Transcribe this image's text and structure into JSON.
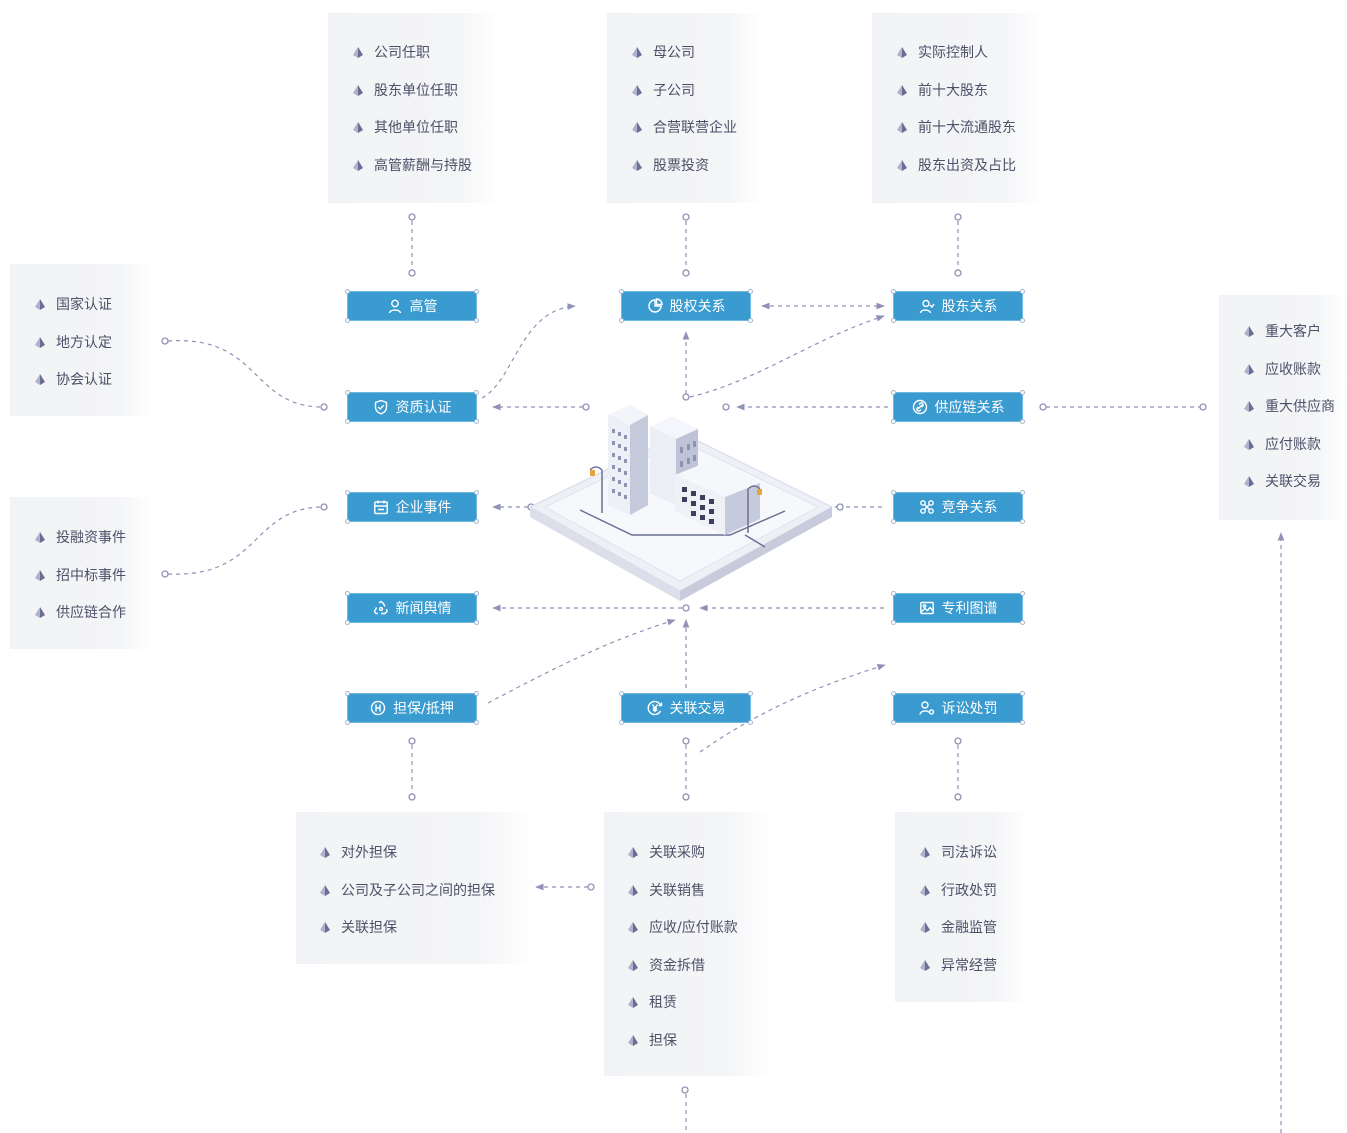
{
  "center": {
    "nodes": {
      "executives": "高管",
      "equity": "股权关系",
      "shareholders": "股东关系",
      "qualification": "资质认证",
      "supply_chain": "供应链关系",
      "events": "企业事件",
      "competition": "竞争关系",
      "news": "新闻舆情",
      "patents": "专利图谱",
      "guarantee": "担保/抵押",
      "related_trade": "关联交易",
      "litigation": "诉讼处罚"
    },
    "icons": {
      "executives": "person-icon",
      "equity": "pie-chart-icon",
      "shareholders": "shareholder-icon",
      "qualification": "shield-check-icon",
      "supply_chain": "link-icon",
      "events": "calendar-icon",
      "competition": "network-icon",
      "news": "recycle-icon",
      "patents": "image-icon",
      "guarantee": "stamp-icon",
      "related_trade": "yuan-icon",
      "litigation": "users-gear-icon"
    }
  },
  "panels": {
    "executives": [
      "公司任职",
      "股东单位任职",
      "其他单位任职",
      "高管薪酬与持股"
    ],
    "equity": [
      "母公司",
      "子公司",
      "合营联营企业",
      "股票投资"
    ],
    "shareholders": [
      "实际控制人",
      "前十大股东",
      "前十大流通股东",
      "股东出资及占比"
    ],
    "qualification": [
      "国家认证",
      "地方认定",
      "协会认证"
    ],
    "events": [
      "投融资事件",
      "招中标事件",
      "供应链合作"
    ],
    "supply_chain": [
      "重大客户",
      "应收账款",
      "重大供应商",
      "应付账款",
      "关联交易"
    ],
    "guarantee": [
      "对外担保",
      "公司及子公司之间的担保",
      "关联担保"
    ],
    "related_trade": [
      "关联采购",
      "关联销售",
      "应收/应付账款",
      "资金拆借",
      "租赁",
      "担保"
    ],
    "litigation": [
      "司法诉讼",
      "行政处罚",
      "金融监管",
      "异常经营"
    ]
  },
  "colors": {
    "node": "#3a9bd0",
    "line": "#8f92b6",
    "panel": "#f3f4f6",
    "text": "#4d5068"
  }
}
